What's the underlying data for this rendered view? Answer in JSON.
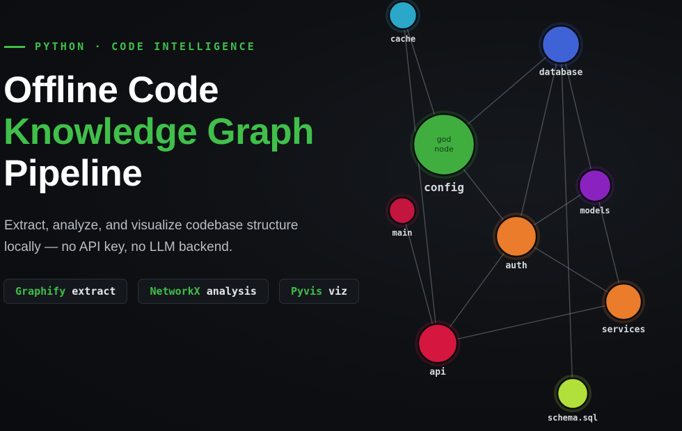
{
  "hero": {
    "eyebrow": "PYTHON · CODE INTELLIGENCE",
    "title_line1": "Offline Code",
    "title_line2": "Knowledge Graph",
    "title_line3": "Pipeline",
    "description_line1": "Extract, analyze, and visualize codebase structure",
    "description_line2": "locally — no API key, no LLM backend.",
    "chips": [
      {
        "keyword": "Graphify",
        "label": "extract"
      },
      {
        "keyword": "NetworkX",
        "label": "analysis"
      },
      {
        "keyword": "Pyvis",
        "label": "viz"
      }
    ]
  },
  "graph": {
    "nodes": [
      {
        "id": "cache",
        "label": "cache",
        "color": "#2aa7c9"
      },
      {
        "id": "database",
        "label": "database",
        "color": "#3f63d6"
      },
      {
        "id": "config",
        "label": "config",
        "color": "#3fae3f",
        "inner_line1": "god",
        "inner_line2": "node"
      },
      {
        "id": "models",
        "label": "models",
        "color": "#8a22c0"
      },
      {
        "id": "main",
        "label": "main",
        "color": "#c4153f"
      },
      {
        "id": "auth",
        "label": "auth",
        "color": "#ea7c2c"
      },
      {
        "id": "services",
        "label": "services",
        "color": "#ea7c2c"
      },
      {
        "id": "api",
        "label": "api",
        "color": "#d5163f"
      },
      {
        "id": "schema",
        "label": "schema.sql",
        "color": "#b2e03a"
      }
    ],
    "edges": [
      [
        "cache",
        "config"
      ],
      [
        "cache",
        "api"
      ],
      [
        "database",
        "config"
      ],
      [
        "database",
        "auth"
      ],
      [
        "database",
        "models"
      ],
      [
        "database",
        "schema"
      ],
      [
        "config",
        "auth"
      ],
      [
        "models",
        "auth"
      ],
      [
        "models",
        "services"
      ],
      [
        "auth",
        "api"
      ],
      [
        "auth",
        "services"
      ],
      [
        "main",
        "api"
      ],
      [
        "api",
        "services"
      ]
    ]
  }
}
